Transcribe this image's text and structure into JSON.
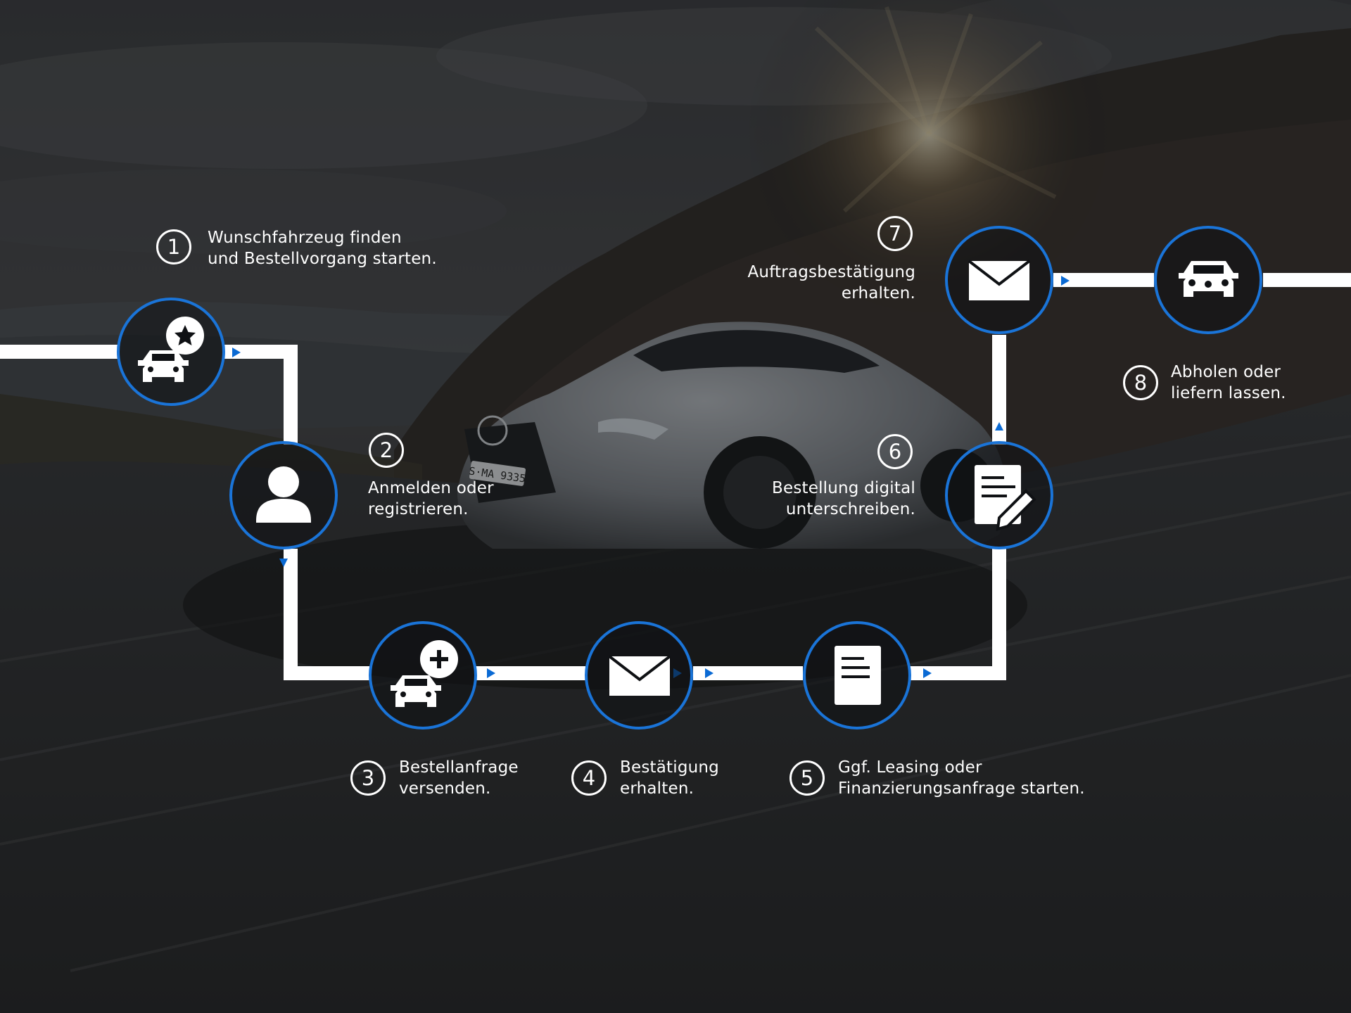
{
  "colors": {
    "accent": "#0a6ad4",
    "ring": "#1a74d8",
    "overlay": "#1c1e22",
    "line": "#ffffff"
  },
  "steps": [
    {
      "number": "1",
      "line1": "Wunschfahrzeug finden",
      "line2": "und Bestellvorgang starten.",
      "icon": "car-star-icon"
    },
    {
      "number": "2",
      "line1": "Anmelden oder",
      "line2": "registrieren.",
      "icon": "user-icon"
    },
    {
      "number": "3",
      "line1": "Bestellanfrage",
      "line2": "versenden.",
      "icon": "car-plus-icon"
    },
    {
      "number": "4",
      "line1": "Bestätigung",
      "line2": "erhalten.",
      "icon": "envelope-icon"
    },
    {
      "number": "5",
      "line1": "Ggf. Leasing oder",
      "line2": "Finanzierungsanfrage starten.",
      "icon": "document-icon"
    },
    {
      "number": "6",
      "line1": "Bestellung digital",
      "line2": "unterschreiben.",
      "icon": "document-sign-icon"
    },
    {
      "number": "7",
      "line1": "Auftragsbestätigung",
      "line2": "erhalten.",
      "icon": "envelope-icon"
    },
    {
      "number": "8",
      "line1": "Abholen oder",
      "line2": "liefern lassen.",
      "icon": "car-icon"
    }
  ],
  "background": {
    "plate": "S·MA 9335"
  }
}
